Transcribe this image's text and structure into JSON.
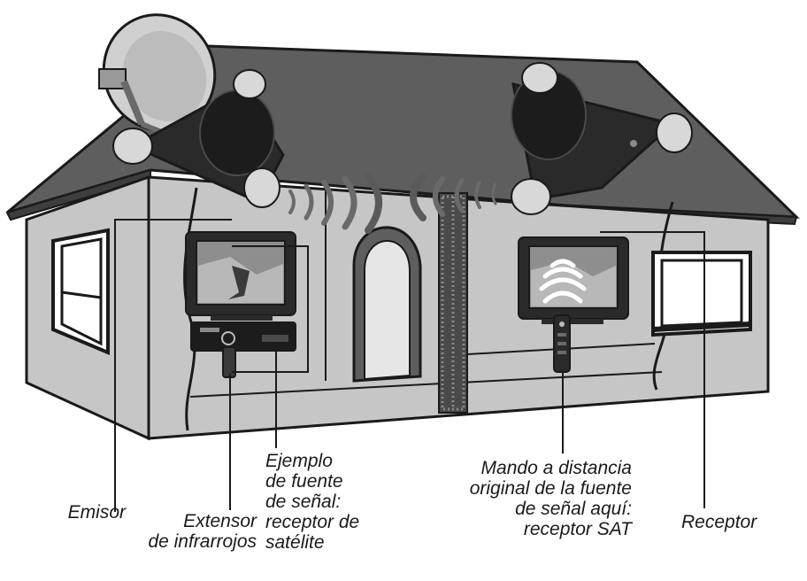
{
  "labels": {
    "emisor": [
      "Emisor"
    ],
    "extensor": [
      "Extensor",
      "de infrarrojos"
    ],
    "ejemplo": [
      "Ejemplo",
      "de fuente",
      "de señal:",
      "receptor de",
      "satélite"
    ],
    "mando": [
      "Mando a distancia",
      "original de la fuente",
      "de señal aquí:",
      "receptor SAT"
    ],
    "receptor": [
      "Receptor"
    ]
  },
  "colors": {
    "wall": "#c6c6c6",
    "roof": "#5e5e5e",
    "ink": "#1a1a1a",
    "device": "#2a2a2a",
    "knob": "#d8d8d8"
  }
}
